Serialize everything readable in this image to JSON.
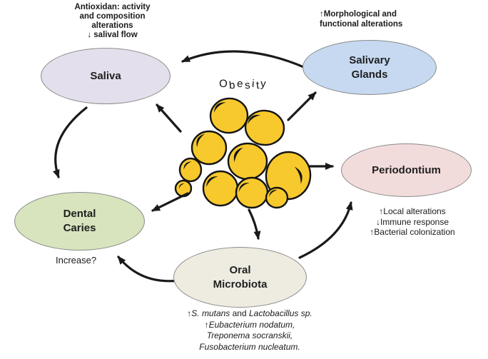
{
  "figure": {
    "center_label": "Obesity"
  },
  "nodes": {
    "saliva": {
      "label": "Saliva"
    },
    "salivary_glands": {
      "lines": [
        "Salivary",
        "Glands"
      ]
    },
    "dental_caries": {
      "lines": [
        "Dental",
        "Caries"
      ]
    },
    "periodontium": {
      "label": "Periodontium"
    },
    "oral_microbiota": {
      "lines": [
        "Oral",
        "Microbiota"
      ]
    }
  },
  "annotations": {
    "saliva_note": {
      "lines": [
        "Antioxidan: activity",
        "and composition",
        "alterations",
        "↓ salival flow"
      ]
    },
    "salivary_glands_note": {
      "lines": [
        "↑Morphological and",
        "functional alterations"
      ]
    },
    "periodontium_note": {
      "lines": [
        [
          {
            "t": "↑",
            "b": true
          },
          {
            "t": "Local alterations"
          }
        ],
        [
          {
            "t": "↓",
            "b": true
          },
          {
            "t": "Immune response"
          }
        ],
        [
          {
            "t": "↑",
            "b": true
          },
          {
            "t": "Bacterial colonization"
          }
        ]
      ]
    },
    "dental_caries_note": {
      "label": "Increase?"
    },
    "oral_microbiota_note": {
      "lines": [
        [
          {
            "t": "↑",
            "b": true
          },
          {
            "t": "S. mutans",
            "i": true
          },
          {
            "t": " and "
          },
          {
            "t": "Lactobacillus sp.",
            "i": true
          }
        ],
        [
          {
            "t": "↑",
            "b": true
          },
          {
            "t": "Eubacterium nodatum,",
            "i": true
          }
        ],
        [
          {
            "t": "Treponema socranskii,",
            "i": true
          }
        ],
        [
          {
            "t": "Fusobacterium nucleatum.",
            "i": true
          }
        ]
      ]
    }
  },
  "colors": {
    "saliva_fill": "#e4dfec",
    "salivary_glands_fill": "#c6d9f1",
    "dental_caries_fill": "#d7e4bd",
    "periodontium_fill": "#f2dcdb",
    "oral_microbiota_fill": "#eeece1",
    "ellipse_border": "#8a8a8a",
    "fat_cell_fill": "#f7c92d",
    "ink": "#1a1a1a"
  }
}
